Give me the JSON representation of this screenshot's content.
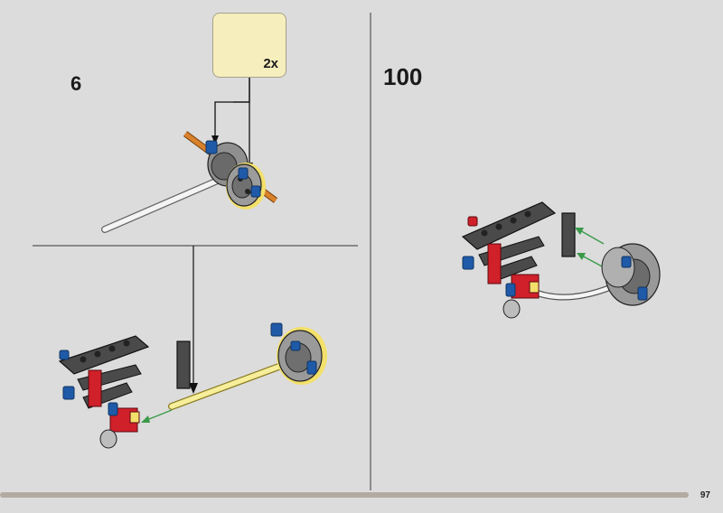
{
  "steps": {
    "left_step": "6",
    "right_step": "100"
  },
  "callout": {
    "quantity": "2x"
  },
  "footer": {
    "page_number": "97"
  },
  "colors": {
    "background": "#dcdcdc",
    "callout_fill": "#f6eebc",
    "divider": "#555555",
    "footer_bar": "#b3aaa2",
    "arrow_green": "#3a9a4a",
    "brick_red": "#d0202a",
    "brick_dark_grey": "#4a4a4a",
    "brick_light_grey": "#9a9a9a",
    "brick_blue": "#1e5aa8",
    "brick_orange": "#d9822b",
    "axle_white": "#f4f4f4",
    "axle_highlight": "#f3e06a"
  }
}
